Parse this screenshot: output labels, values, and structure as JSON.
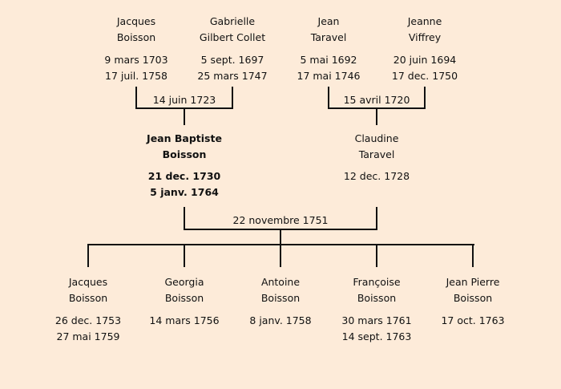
{
  "grandparents": [
    {
      "first": "Jacques",
      "last": "Boisson",
      "born": "9 mars 1703",
      "died": "17 juil. 1758"
    },
    {
      "first": "Gabrielle",
      "last": "Gilbert Collet",
      "born": "5 sept. 1697",
      "died": "25 mars 1747"
    },
    {
      "first": "Jean",
      "last": "Taravel",
      "born": "5 mai 1692",
      "died": "17 mai 1746"
    },
    {
      "first": "Jeanne",
      "last": "Viffrey",
      "born": "20 juin 1694",
      "died": "17 dec. 1750"
    }
  ],
  "marriages": {
    "left": "14 juin 1723",
    "right": "15 avril 1720",
    "main": "22 novembre 1751"
  },
  "parents": [
    {
      "first": "Jean Baptiste",
      "last": "Boisson",
      "born": "21 dec. 1730",
      "died": "5 janv. 1764"
    },
    {
      "first": "Claudine",
      "last": "Taravel",
      "born": "12 dec. 1728"
    }
  ],
  "children": [
    {
      "first": "Jacques",
      "last": "Boisson",
      "born": "26 dec. 1753",
      "died": "27 mai 1759"
    },
    {
      "first": "Georgia",
      "last": "Boisson",
      "born": "14 mars 1756"
    },
    {
      "first": "Antoine",
      "last": "Boisson",
      "born": "8 janv. 1758"
    },
    {
      "first": "Françoise",
      "last": "Boisson",
      "born": "30 mars 1761",
      "died": "14 sept. 1763"
    },
    {
      "first": "Jean Pierre",
      "last": "Boisson",
      "born": "17 oct. 1763"
    }
  ]
}
